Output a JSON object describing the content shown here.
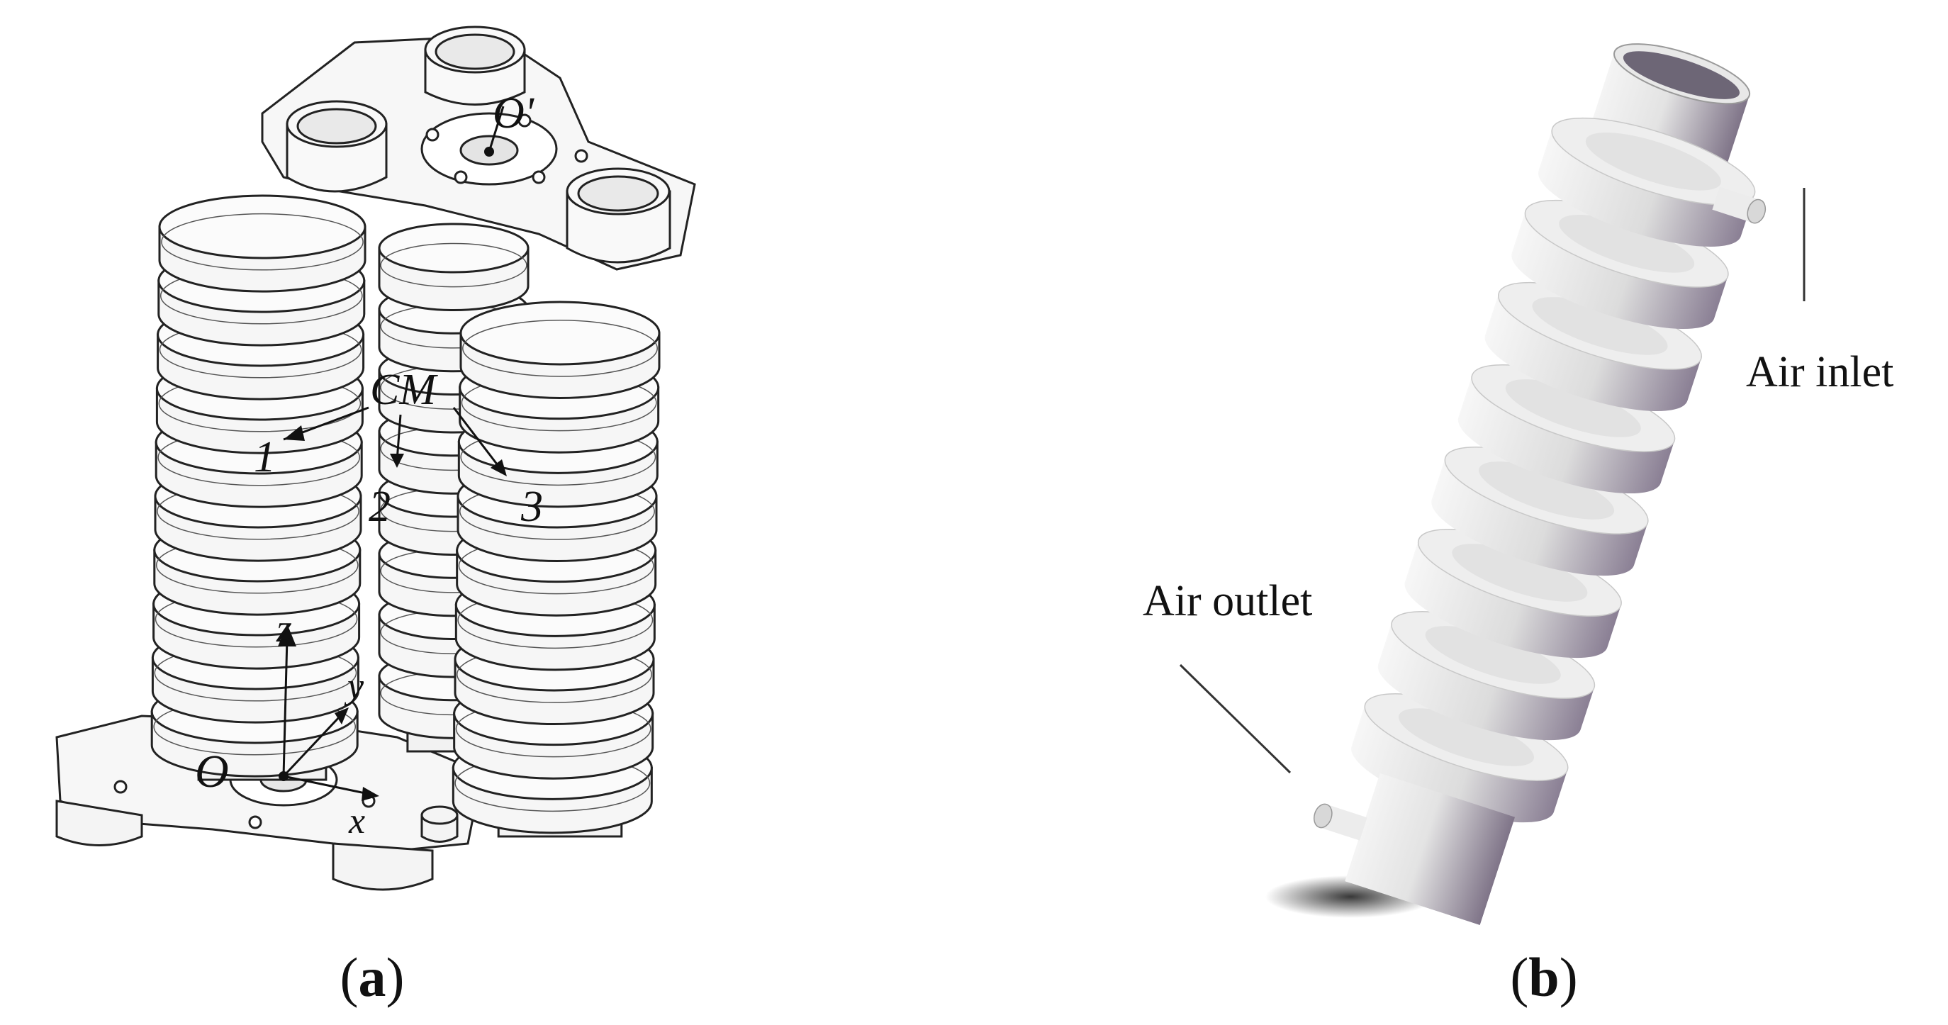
{
  "panel_a": {
    "label_open": "(",
    "label_letter": "a",
    "label_close": ")",
    "labels": {
      "top_origin": "O'",
      "center_of_mass": "CM",
      "module_1": "1",
      "module_2": "2",
      "module_3": "3",
      "axis_z": "z",
      "axis_y": "y",
      "axis_x": "x",
      "origin": "O"
    }
  },
  "panel_b": {
    "label_open": "(",
    "label_letter": "b",
    "label_close": ")",
    "labels": {
      "air_inlet": "Air inlet",
      "air_outlet": "Air outlet"
    }
  },
  "colors": {
    "line": "#222222",
    "module_light": "#f2f2f2",
    "module_shade": "#cfcfcf",
    "render_light": "#efefef",
    "render_dark": "#7f7488"
  }
}
